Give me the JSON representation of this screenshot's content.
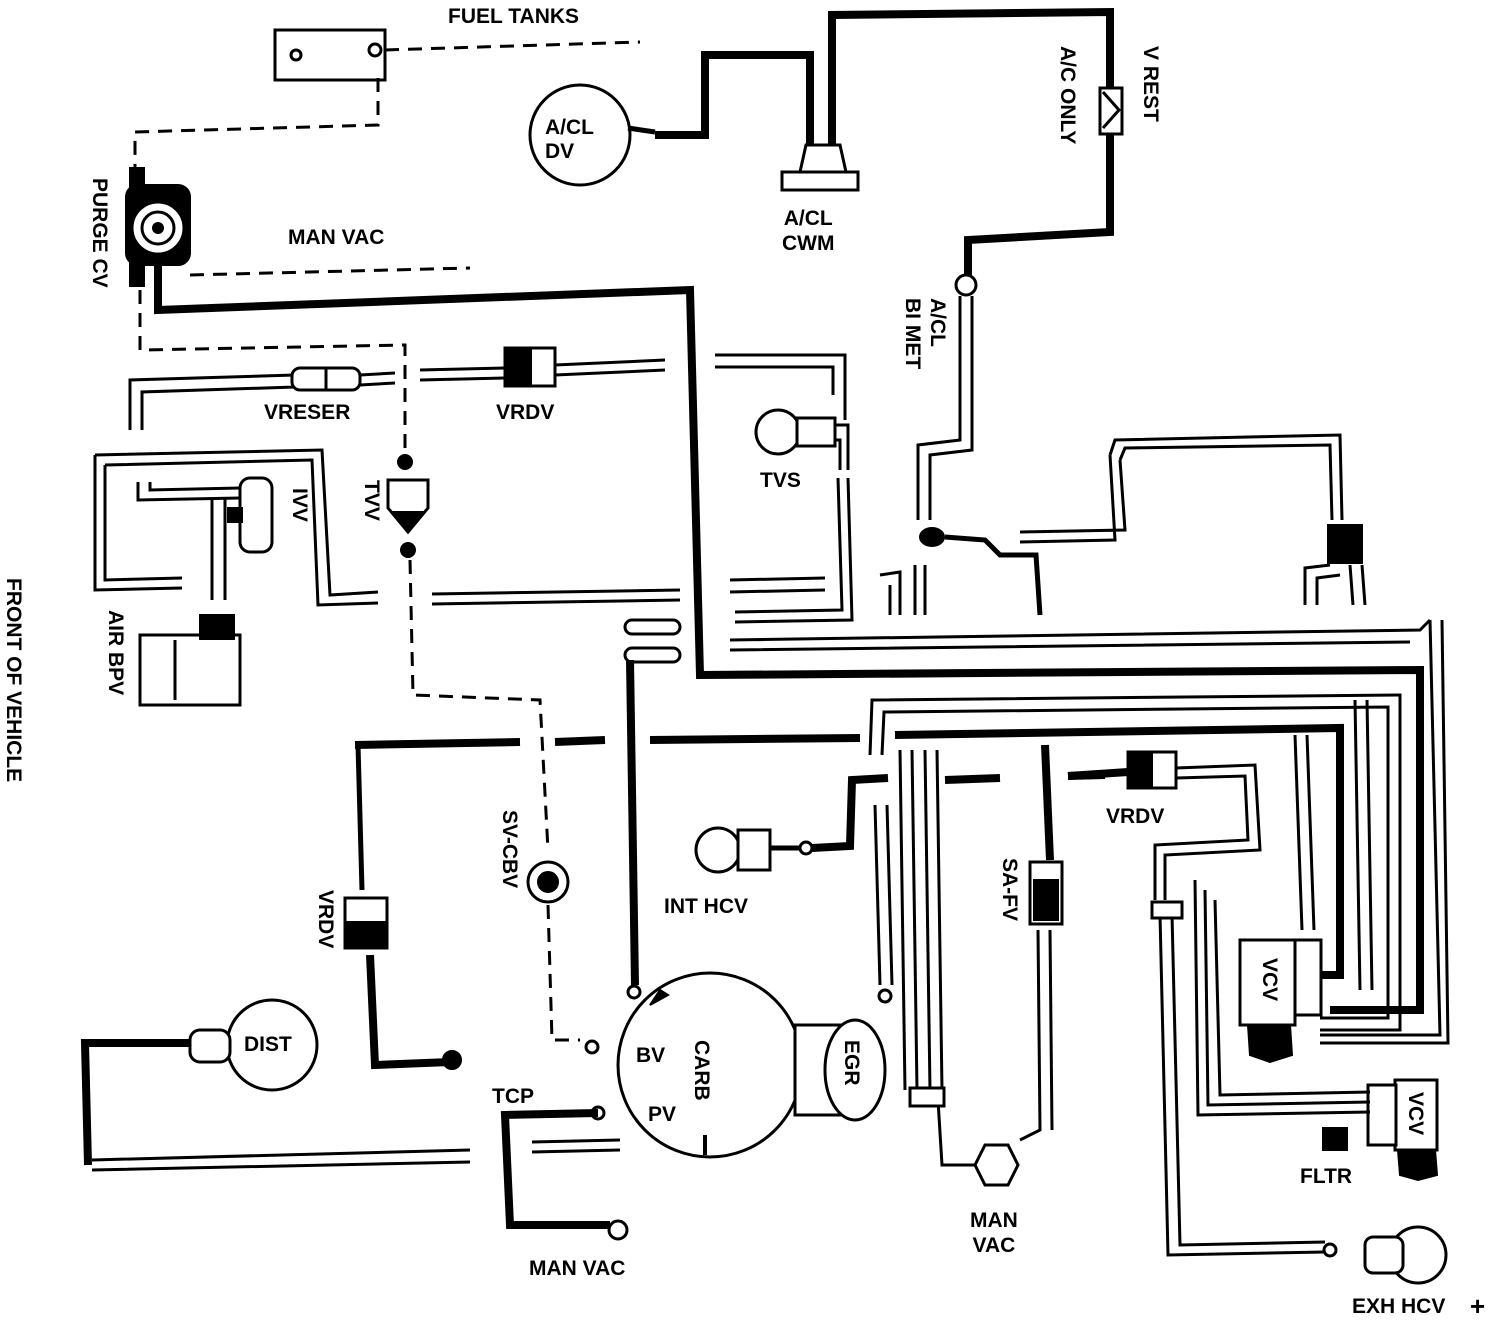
{
  "diagram": {
    "labels": {
      "fuel_tanks": "FUEL TANKS",
      "man_vac_top": "MAN VAC",
      "purge_cv": "PURGE CV",
      "ac_cl_cwm": "A/CL\nCWM",
      "ac_only": "A/C ONLY",
      "v_rest": "V REST",
      "ac_bimet": "A/CL\nBI MET",
      "vreser": "VRESER",
      "vrdv_top": "VRDV",
      "tvs": "TVS",
      "ivv": "IVV",
      "tvv": "TVV",
      "air_bpv": "AIR BPV",
      "front_of_vehicle": "FRONT OF VEHICLE",
      "vrdv_left": "VRDV",
      "sv_cbv": "SV-CBV",
      "int_hcv": "INT HCV",
      "vrdv_right": "VRDV",
      "sa_fv": "SA-FV",
      "vcv_upper": "VCV",
      "vcv_lower": "VCV",
      "fltr": "FLTR",
      "dist": "DIST",
      "bv": "BV",
      "carb": "CARB",
      "pv": "PV",
      "egr": "EGR",
      "tcp": "TCP",
      "man_vac_bottom": "MAN VAC",
      "man_vac_right": "MAN\nVAC",
      "exh_hcv": "EXH HCV",
      "ac_cl_dv": "A/CL\nDV",
      "plus_mark": "+"
    }
  }
}
